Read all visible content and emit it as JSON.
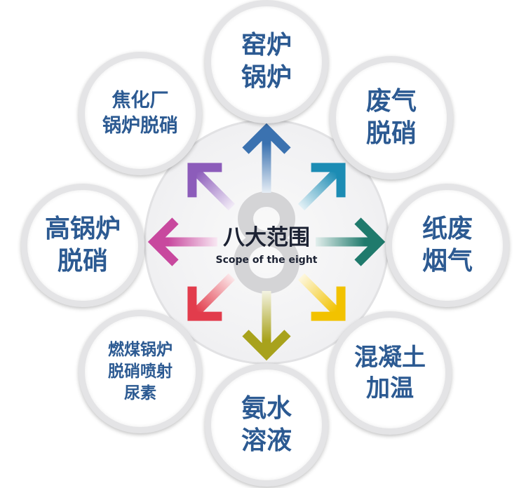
{
  "center": {
    "title": "八大范围",
    "subtitle": "Scope of the eight",
    "numeral": "8"
  },
  "items": [
    {
      "label": "窑炉\n锅炉",
      "color": "#3b72b0"
    },
    {
      "label": "废气\n脱硝",
      "color": "#1c8cb4"
    },
    {
      "label": "纸废\n烟气",
      "color": "#1f7a6c"
    },
    {
      "label": "混凝土\n加温",
      "color": "#f2c200"
    },
    {
      "label": "氨水\n溶液",
      "color": "#a8a21c"
    },
    {
      "label": "燃煤锅炉\n脱硝喷射\n尿素",
      "color": "#e23c4c"
    },
    {
      "label": "高锅炉\n脱硝",
      "color": "#c8489e"
    },
    {
      "label": "焦化厂\n锅炉脱硝",
      "color": "#8c5cba"
    }
  ]
}
